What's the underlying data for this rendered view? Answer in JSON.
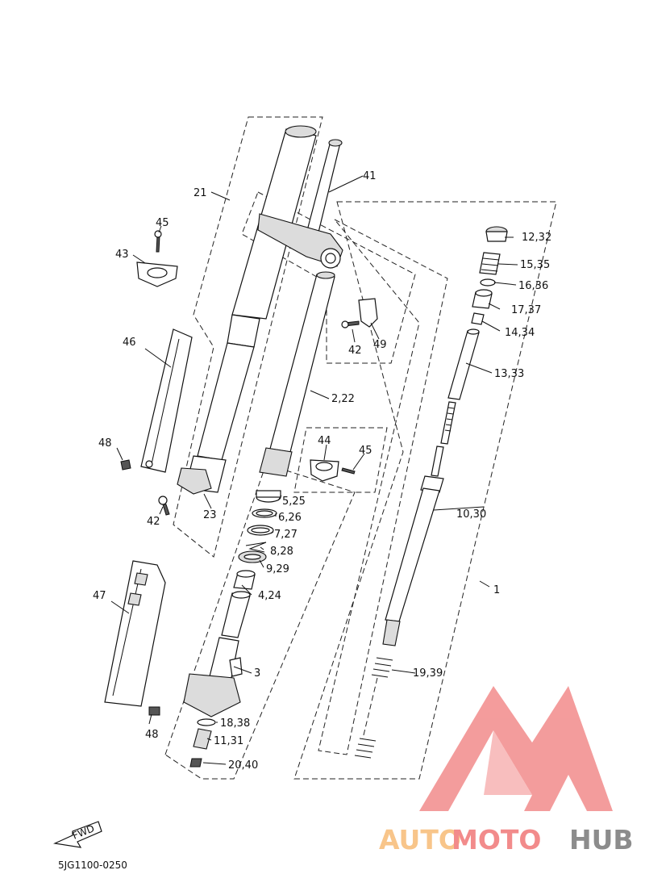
{
  "callouts": [
    {
      "id": "c1",
      "text": "1"
    },
    {
      "id": "c2",
      "text": "2,22"
    },
    {
      "id": "c3",
      "text": "3"
    },
    {
      "id": "c4",
      "text": "4,24"
    },
    {
      "id": "c5",
      "text": "5,25"
    },
    {
      "id": "c6",
      "text": "6,26"
    },
    {
      "id": "c7",
      "text": "7,27"
    },
    {
      "id": "c8",
      "text": "8,28"
    },
    {
      "id": "c9",
      "text": "9,29"
    },
    {
      "id": "c10",
      "text": "10,30"
    },
    {
      "id": "c11",
      "text": "11,31"
    },
    {
      "id": "c12",
      "text": "12,32"
    },
    {
      "id": "c13",
      "text": "13,33"
    },
    {
      "id": "c14",
      "text": "14,34"
    },
    {
      "id": "c15",
      "text": "15,35"
    },
    {
      "id": "c16",
      "text": "16,36"
    },
    {
      "id": "c17",
      "text": "17,37"
    },
    {
      "id": "c18",
      "text": "18,38"
    },
    {
      "id": "c19",
      "text": "19,39"
    },
    {
      "id": "c20",
      "text": "20,40"
    },
    {
      "id": "c21",
      "text": "21"
    },
    {
      "id": "c23",
      "text": "23"
    },
    {
      "id": "c41",
      "text": "41"
    },
    {
      "id": "c42a",
      "text": "42"
    },
    {
      "id": "c42b",
      "text": "42"
    },
    {
      "id": "c43",
      "text": "43"
    },
    {
      "id": "c44",
      "text": "44"
    },
    {
      "id": "c45a",
      "text": "45"
    },
    {
      "id": "c45b",
      "text": "45"
    },
    {
      "id": "c46",
      "text": "46"
    },
    {
      "id": "c47",
      "text": "47"
    },
    {
      "id": "c48a",
      "text": "48"
    },
    {
      "id": "c48b",
      "text": "48"
    },
    {
      "id": "c49",
      "text": "49"
    }
  ],
  "diagram_code": "5JG1100-0250",
  "fwd_label": "FWD",
  "watermark": {
    "text_auto": "AUTO",
    "text_moto": "MOTO",
    "text_hub": "HUB",
    "color_auto": "#f8c58a",
    "color_moto": "#f28b8b",
    "color_hub": "#8c8c8c",
    "logo_color": "#f28b8b"
  }
}
